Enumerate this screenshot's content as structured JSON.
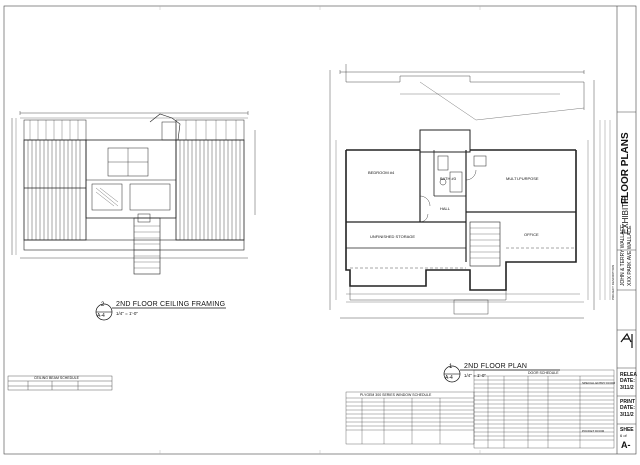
{
  "left_view": {
    "bubble_number": "2",
    "bubble_sheet": "A-4",
    "title": "2ND FLOOR CEILING FRAMING",
    "scale": "1/4\" = 1'-0\""
  },
  "right_view": {
    "bubble_number": "1",
    "bubble_sheet": "A-4",
    "title": "2ND FLOOR PLAN",
    "scale": "1/4\" = 1'-0\"",
    "rooms": {
      "bedroom": "BEDROOM #4",
      "bath": "BATH #3",
      "multipurpose": "MULTI-PURPOSE",
      "unfinished_storage": "UNFINISHED STORAGE",
      "office": "OFFICE",
      "hall": "HALL"
    }
  },
  "schedules": {
    "door_schedule_title": "DOOR SCHEDULE",
    "window_schedule_title": "PLYGEM 300 SERIES WINDOW SCHEDULE",
    "ceiling_beam_title": "CEILING BEAM SCHEDULE",
    "pocket_door": "POCKET DOOR",
    "special_entry": "SPECIAL ENTRY DOOR"
  },
  "title_block": {
    "exhibit": "EXHIBIT B",
    "sheet_title": "FLOOR PLANS",
    "client_line1": "JOHN & TERRY WALLACE",
    "client_line2": "XXX PARK AVE WALLACE",
    "project_label": "PROJECT DESCRIPTION",
    "release_label": "RELEA",
    "date_label": "DATE:",
    "release_date": "3/11/2",
    "print_label": "PRINT",
    "print_date_label": "DATE:",
    "print_date": "3/11/2",
    "sheet_label": "SHEE",
    "sheet_of": "6 of",
    "sheet_number": "A-"
  }
}
